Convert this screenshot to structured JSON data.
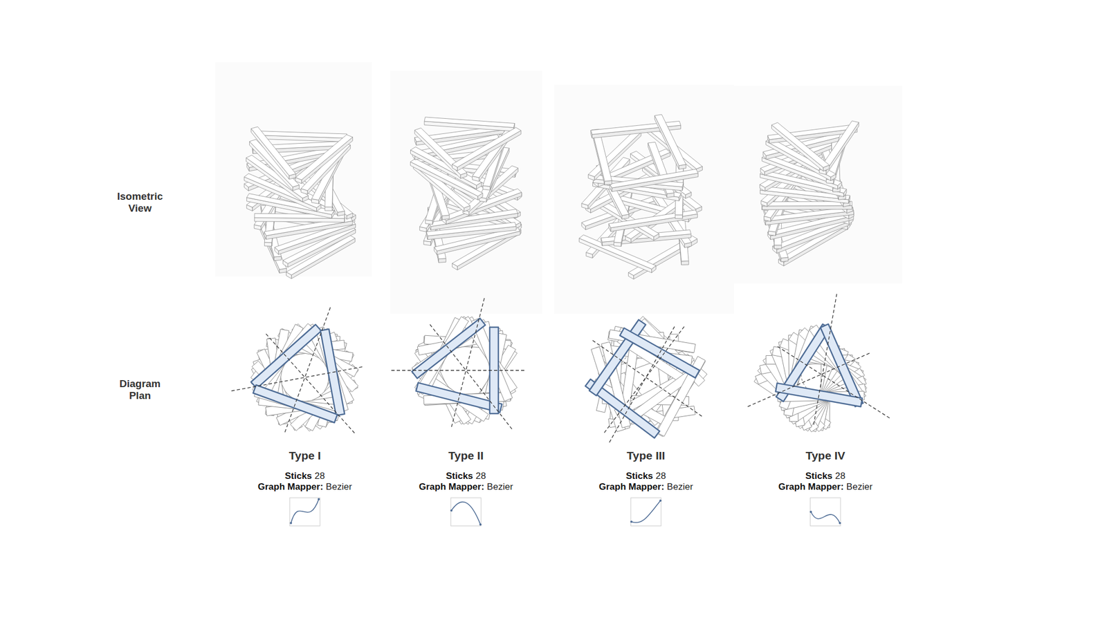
{
  "diagram": {
    "labels": [
      "Isometric View",
      "Diagram Plan",
      "Type I",
      "Sticks",
      "28",
      "Graph Mapper:",
      "Bezier",
      "Type II",
      "Sticks",
      "28",
      "Graph Mapper:",
      "Bezier",
      "Type III",
      "Sticks",
      "28",
      "Graph Mapper:",
      "Bezier",
      "Type IV",
      "Sticks",
      "28",
      "Graph Mapper:",
      "Bezier"
    ]
  }
}
